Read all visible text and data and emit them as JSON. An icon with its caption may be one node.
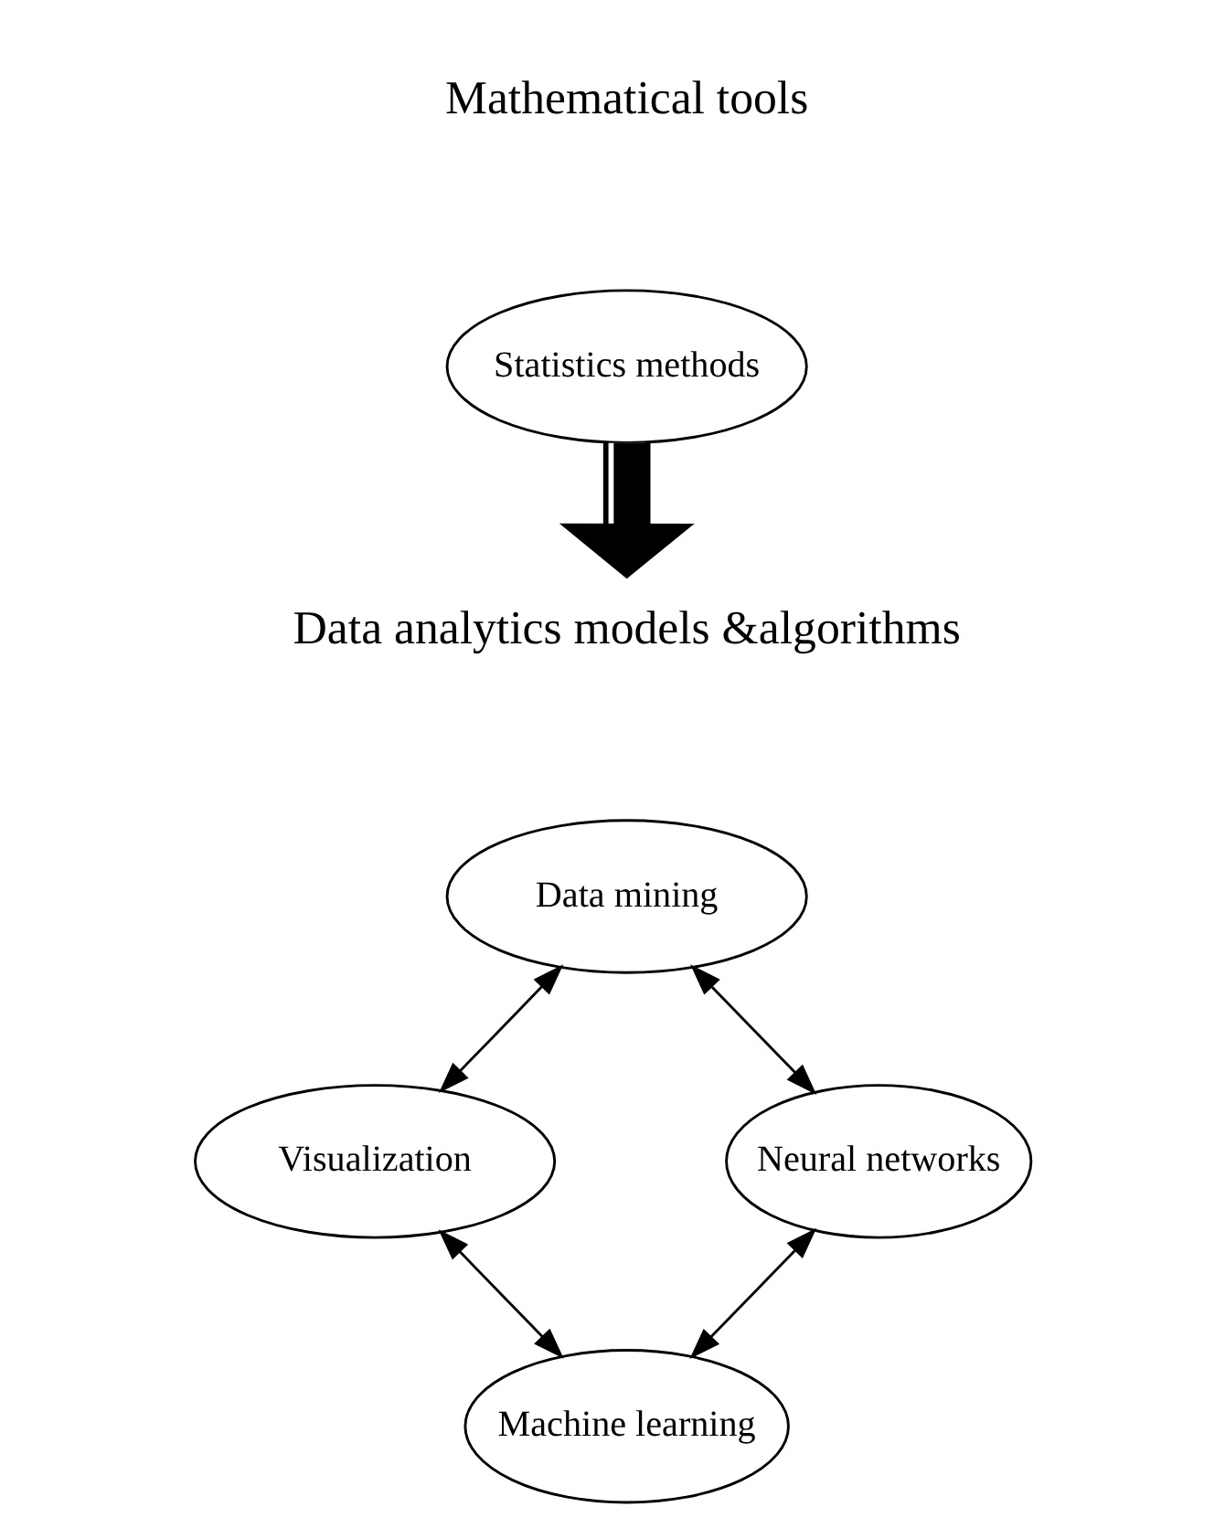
{
  "diagram": {
    "nodes": [
      {
        "text": [
          "Statistics methods"
        ],
        "beside": [
          "Mathematical tools"
        ]
      },
      {
        "text": [
          "Data analytics models &algorithms"
        ]
      },
      {
        "text": [
          "Data mining"
        ]
      },
      {
        "text": [
          "Visualization"
        ]
      },
      {
        "text": [
          "Neural networks"
        ]
      },
      {
        "text": [
          "Machine learning"
        ]
      }
    ],
    "edges": [
      {
        "from": 0,
        "to": 1,
        "arrow": "to",
        "style": "thick"
      },
      {
        "from": 2,
        "to": 3,
        "arrow": "both"
      },
      {
        "from": 2,
        "to": 4,
        "arrow": "both"
      },
      {
        "from": 3,
        "to": 5,
        "arrow": "both"
      },
      {
        "from": 4,
        "to": 5,
        "arrow": "both"
      }
    ]
  }
}
